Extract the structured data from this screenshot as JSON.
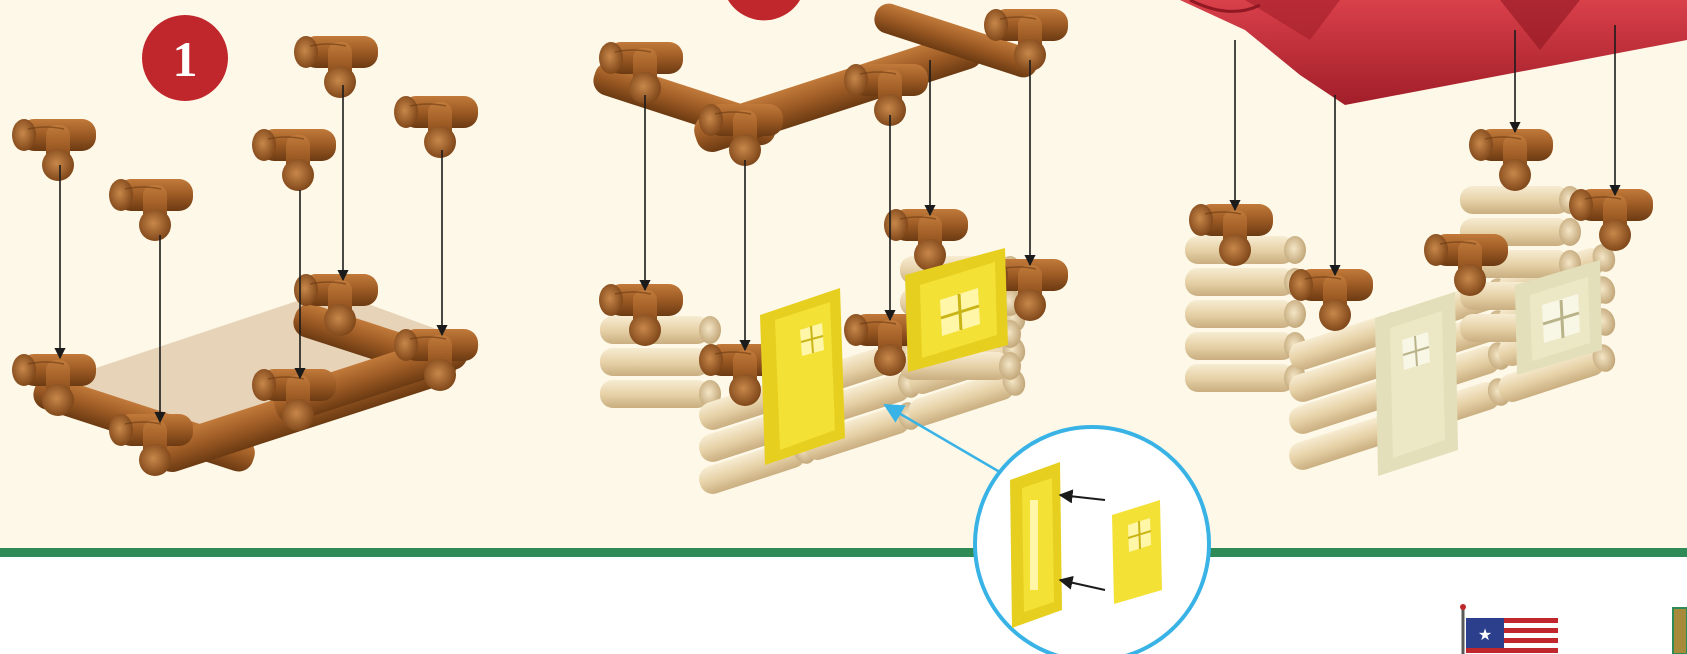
{
  "colors": {
    "background_top": "#fdf8e7",
    "background_bottom": "#ffffff",
    "divider": "#2e8a57",
    "step_badge": "#c0272d",
    "dark_log": "#8a4f1d",
    "light_log": "#ecd9b3",
    "yellow_part": "#f4e136",
    "cream_part": "#ece8c6",
    "roof": "#c42b36",
    "callout_ring": "#39b3e6",
    "arrow": "#1b1b1b"
  },
  "steps": [
    {
      "number": "1"
    }
  ],
  "icons": {
    "badge": "step-number-badge",
    "flag": "american-flag-icon",
    "callout": "door-insert-detail-callout"
  }
}
